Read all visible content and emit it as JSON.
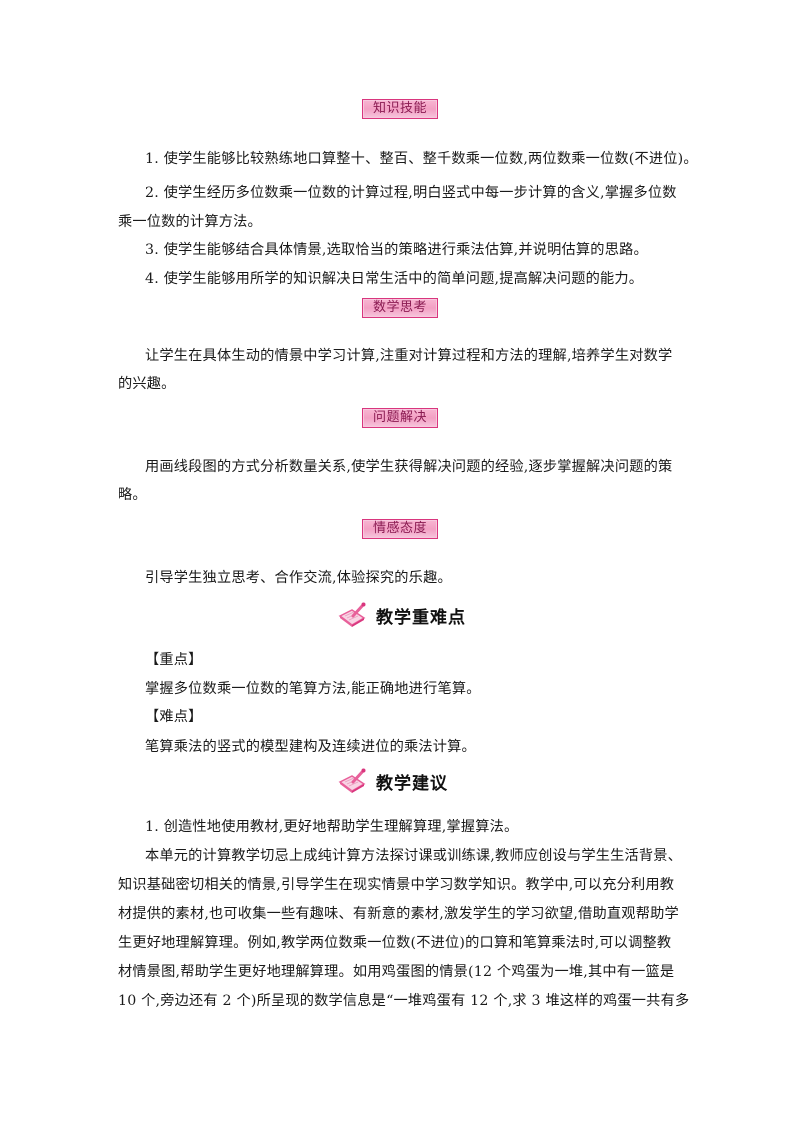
{
  "sections": {
    "knowledge_skills": {
      "badge": "知识技能",
      "items": [
        "1. 使学生能够比较熟练地口算整十、整百、整千数乘一位数,两位数乘一位数(不进位)。",
        "2. 使学生经历多位数乘一位数的计算过程,明白竖式中每一步计算的含义,掌握多位数",
        "乘一位数的计算方法。",
        "3. 使学生能够结合具体情景,选取恰当的策略进行乘法估算,并说明估算的思路。",
        "4. 使学生能够用所学的知识解决日常生活中的简单问题,提高解决问题的能力。"
      ]
    },
    "math_thinking": {
      "badge": "数学思考",
      "lines": [
        "让学生在具体生动的情景中学习计算,注重对计算过程和方法的理解,培养学生对数学",
        "的兴趣。"
      ]
    },
    "problem_solving": {
      "badge": "问题解决",
      "lines": [
        "用画线段图的方式分析数量关系,使学生获得解决问题的经验,逐步掌握解决问题的策",
        "略。"
      ]
    },
    "attitude": {
      "badge": "情感态度",
      "lines": [
        "引导学生独立思考、合作交流,体验探究的乐趣。"
      ]
    },
    "key_difficult": {
      "title": "教学重难点",
      "icon": "pencil-notebook-icon",
      "key_label": "【重点】",
      "key_text": "掌握多位数乘一位数的笔算方法,能正确地进行笔算。",
      "difficult_label": "【难点】",
      "difficult_text": "笔算乘法的竖式的模型建构及连续进位的乘法计算。"
    },
    "suggestions": {
      "title": "教学建议",
      "icon": "pencil-notebook-icon",
      "lines": [
        "1. 创造性地使用教材,更好地帮助学生理解算理,掌握算法。",
        "本单元的计算教学切忌上成纯计算方法探讨课或训练课,教师应创设与学生生活背景、",
        "知识基础密切相关的情景,引导学生在现实情景中学习数学知识。教学中,可以充分利用教",
        "材提供的素材,也可收集一些有趣味、有新意的素材,激发学生的学习欲望,借助直观帮助学",
        "生更好地理解算理。例如,教学两位数乘一位数(不进位)的口算和笔算乘法时,可以调整教",
        "材情景图,帮助学生更好地理解算理。如用鸡蛋图的情景(12 个鸡蛋为一堆,其中有一篮是",
        "10 个,旁边还有 2 个)所呈现的数学信息是“一堆鸡蛋有 12 个,求 3 堆这样的鸡蛋一共有多"
      ]
    }
  },
  "colors": {
    "badge_border": "#d9367e",
    "badge_fill": "#f3a0c4",
    "badge_text": "#8a1b52",
    "icon_pink": "#e8609a"
  }
}
